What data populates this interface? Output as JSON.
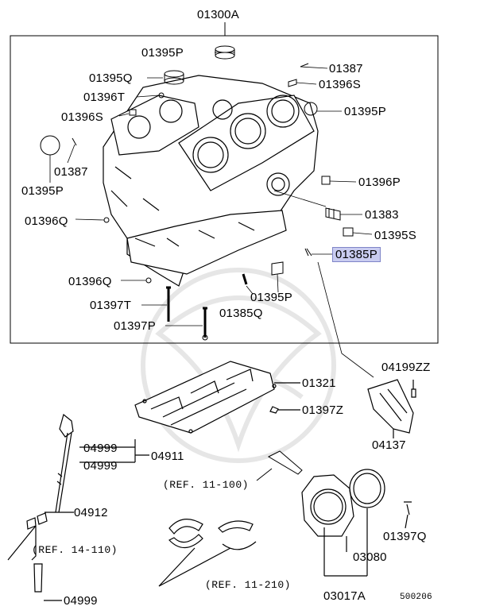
{
  "diagram": {
    "main_assembly": "01300A",
    "labels": {
      "p01395P_top": "01395P",
      "p01395Q": "01395Q",
      "p01396T": "01396T",
      "p01396S_left": "01396S",
      "p01387_left": "01387",
      "p01395P_left": "01395P",
      "p01396Q_upper": "01396Q",
      "p01396Q_lower": "01396Q",
      "p01397T": "01397T",
      "p01397P": "01397P",
      "p01385Q": "01385Q",
      "p01395P_bottom": "01395P",
      "p01387_right": "01387",
      "p01396S_right": "01396S",
      "p01395P_right": "01395P",
      "p01396P": "01396P",
      "p01383": "01383",
      "p01395S": "01395S",
      "p01385P": "01385P",
      "p04199ZZ": "04199ZZ",
      "p01321": "01321",
      "p01397Z": "01397Z",
      "p04137": "04137",
      "p04999_a": "04999",
      "p04999_b": "04999",
      "p04911": "04911",
      "p04912": "04912",
      "p04999_c": "04999",
      "ref_11_100": "(REF. 11-100)",
      "ref_14_110": "(REF. 14-110)",
      "ref_11_210": "(REF. 11-210)",
      "p01397Q": "01397Q",
      "p03080": "03080",
      "p03017A": "03017A",
      "catalog_code": "500206"
    },
    "highlighted_part": "01385P",
    "highlight_color": "#c9ccf0",
    "line_color": "#000000"
  }
}
